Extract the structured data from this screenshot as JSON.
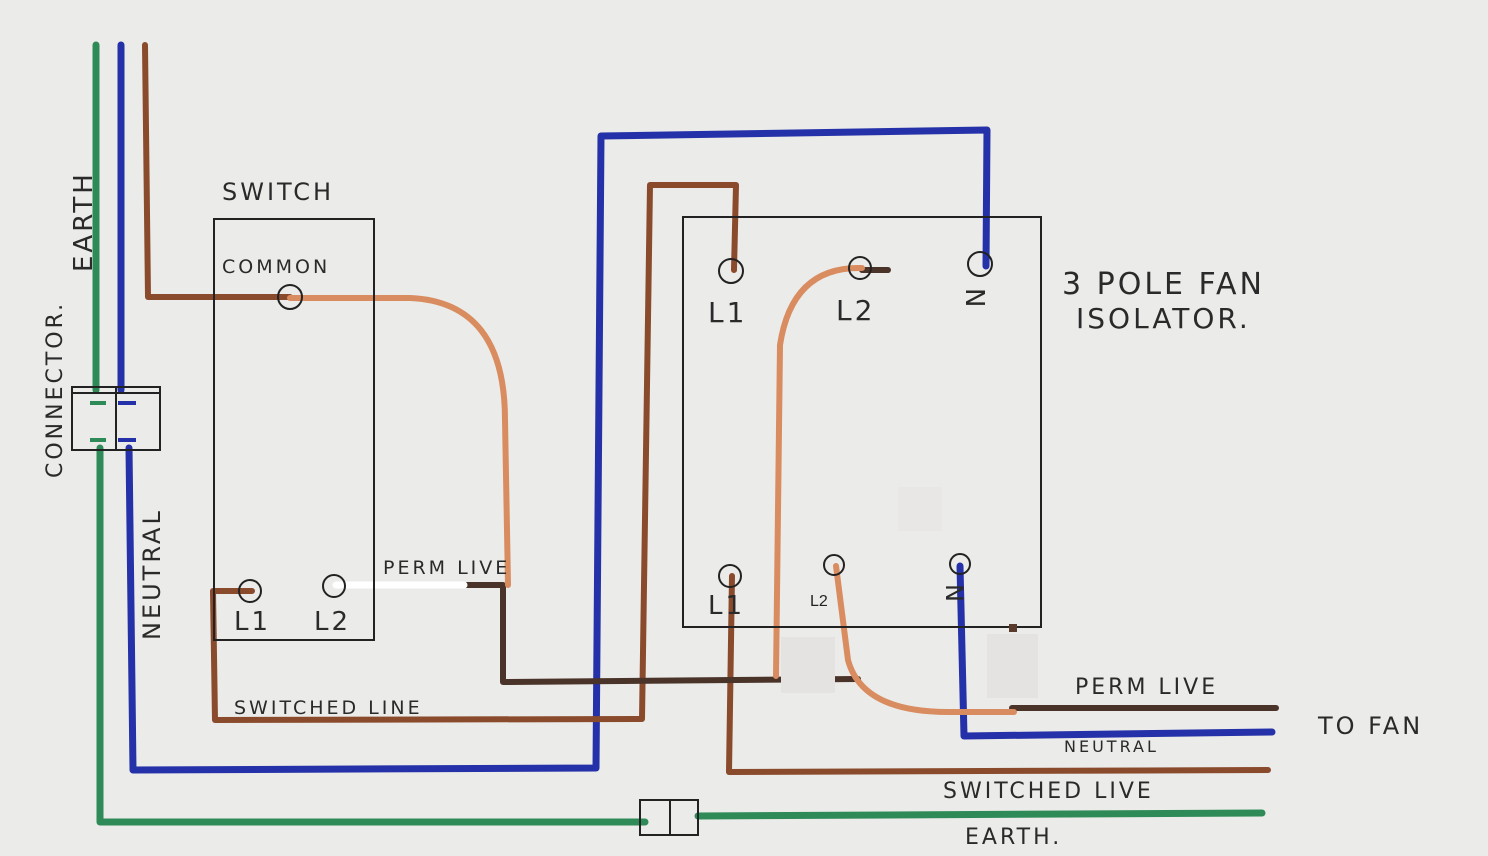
{
  "colors": {
    "paper": "#ebebe9",
    "earth": "#2e8b57",
    "neutral": "#2431a8",
    "live_brown": "#8a4a2c",
    "dark_brown": "#4a3328",
    "orange": "#d98c5f",
    "ink": "#2a2a2a"
  },
  "labels": {
    "earth_vertical": "EARTH",
    "connector": "CONNECTOR.",
    "neutral_vertical": "NEUTRAL",
    "switch_title": "SWITCH",
    "switch_common": "COMMON",
    "switch_l1": "L1",
    "switch_l2": "L2",
    "perm_live_left": "PERM LIVE",
    "switched_live_left": "SWITCHED LINE",
    "iso_top_l1": "L1",
    "iso_top_l2": "L2",
    "iso_top_n": "N",
    "iso_bottom_l1": "L1",
    "iso_bottom_l2": "L2",
    "iso_bottom_n": "N",
    "isolator_line1": "3 POLE FAN",
    "isolator_line2": "ISOLATOR.",
    "perm_live_right": "PERM LIVE",
    "neutral_right": "NEUTRAL",
    "switched_live_right": "SWITCHED LIVE",
    "earth_right": "EARTH.",
    "to_fan": "TO FAN"
  }
}
